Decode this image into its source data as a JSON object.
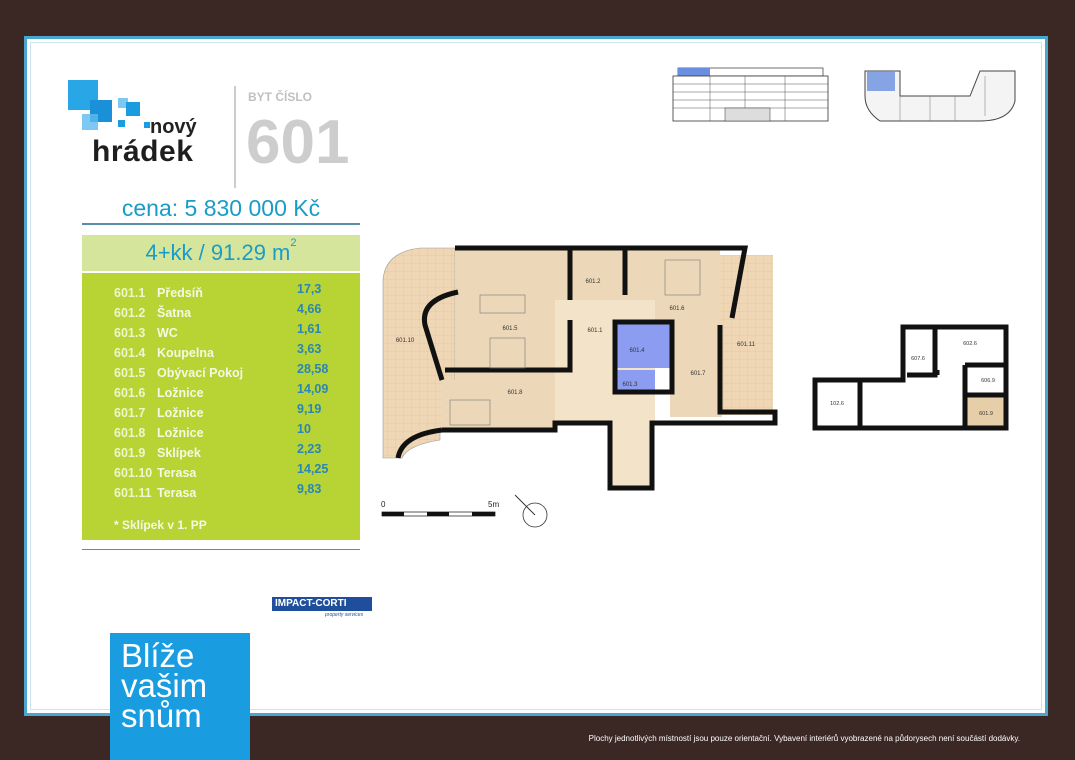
{
  "logo": {
    "line1": "nový",
    "line2": "hrádek"
  },
  "apartment": {
    "label": "BYT ČÍSLO",
    "number": "601"
  },
  "price": "cena: 5 830 000 Kč",
  "layout_type": "4+kk / 91.29 m",
  "area_unit_sup": "2",
  "rooms": [
    {
      "code": "601.1",
      "name": "Předsíň",
      "area": "17,3"
    },
    {
      "code": "601.2",
      "name": "Šatna",
      "area": "4,66"
    },
    {
      "code": "601.3",
      "name": "WC",
      "area": "1,61"
    },
    {
      "code": "601.4",
      "name": "Koupelna",
      "area": "3,63"
    },
    {
      "code": "601.5",
      "name": "Obývací Pokoj",
      "area": "28,58"
    },
    {
      "code": "601.6",
      "name": "Ložnice",
      "area": "14,09"
    },
    {
      "code": "601.7",
      "name": "Ložnice",
      "area": "9,19"
    },
    {
      "code": "601.8",
      "name": "Ložnice",
      "area": "10"
    },
    {
      "code": "601.9",
      "name": "Sklípek",
      "area": "2,23"
    },
    {
      "code": "601.10",
      "name": "Terasa",
      "area": "14,25"
    },
    {
      "code": "601.11",
      "name": "Terasa",
      "area": "9,83"
    }
  ],
  "footnote": "* Sklípek v 1. PP",
  "plan": {
    "scale_start": "0",
    "scale_end": "5m"
  },
  "cellar_labels": [
    "102.6",
    "602.6",
    "607.6",
    "606.9",
    "601.9"
  ],
  "partner": {
    "name": "IMPACT-CORTI",
    "sub": "property services"
  },
  "slogan": [
    "Blíže",
    "vašim",
    "snům"
  ],
  "disclaimer": "Plochy jednotlivých místností jsou pouze orientační. Vybavení interiérů vyobrazené na půdorysech není součástí dodávky.",
  "colors": {
    "brand_blue": "#1a9de0",
    "green": "#b7d334",
    "bg": "#3b2824"
  }
}
